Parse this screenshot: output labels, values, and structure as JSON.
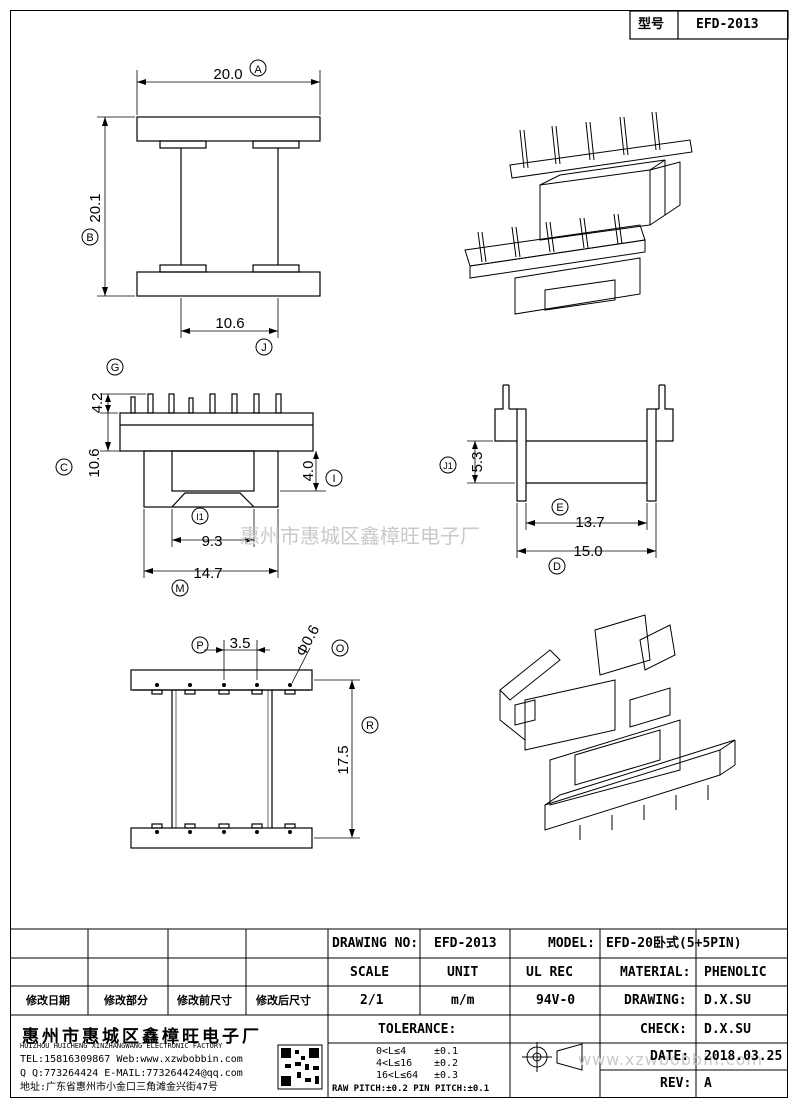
{
  "header": {
    "type_label": "型号",
    "type_value": "EFD-2013"
  },
  "dims": {
    "A": "A",
    "A_val": "20.0",
    "B": "B",
    "B_val": "20.1",
    "J": "J",
    "J_val": "10.6",
    "G": "G",
    "G_val": "4.2",
    "C": "C",
    "C_val": "10.6",
    "I": "I",
    "I_val": "4.0",
    "I1": "I1",
    "I1_val": "9.3",
    "M": "M",
    "M_val": "14.7",
    "J1": "J1",
    "J1_val": "5.3",
    "E": "E",
    "E_val": "13.7",
    "D": "D",
    "D_val": "15.0",
    "P": "P",
    "P_val": "3.5",
    "O": "O",
    "O_val": "Φ0.6",
    "R": "R",
    "R_val": "17.5"
  },
  "watermark": {
    "center": "惠州市惠城区鑫樟旺电子厂",
    "bottom": "www.xzwbobbin.com"
  },
  "titleblock": {
    "revision_headers": [
      "修改日期",
      "修改部分",
      "修改前尺寸",
      "修改后尺寸"
    ],
    "drawing_no_label": "DRAWING NO:",
    "drawing_no": "EFD-2013",
    "model_label": "MODEL:",
    "model": "EFD-20卧式(5+5PIN)",
    "scale_label": "SCALE",
    "unit_label": "UNIT",
    "ul_label": "UL REC",
    "scale": "2/1",
    "unit": "m/m",
    "ul": "94V-0",
    "material_label": "MATERIAL:",
    "material": "PHENOLIC",
    "drawing_label": "DRAWING:",
    "drawing": "D.X.SU",
    "check_label": "CHECK:",
    "check": "D.X.SU",
    "date_label": "DATE:",
    "date": "2018.03.25",
    "rev_label": "REV:",
    "rev": "A",
    "tolerance_label": "TOLERANCE:",
    "tol": [
      [
        "0<L≤4",
        "±0.1"
      ],
      [
        "4<L≤16",
        "±0.2"
      ],
      [
        "16<L≤64",
        "±0.3"
      ]
    ],
    "pitch": "RAW PITCH:±0.2 PIN PITCH:±0.1",
    "company": "惠州市惠城区鑫樟旺电子厂",
    "company_en": "HUIZHOU HUICHENG XINZHANGWANG ELECTRONIC FACTORY",
    "tel": "TEL:15816309867 Web:www.xzwbobbin.com",
    "qq": "Q Q:773264424 E-MAIL:773264424@qq.com",
    "address": "地址:广东省惠州市小金口三角滩金兴街47号"
  }
}
